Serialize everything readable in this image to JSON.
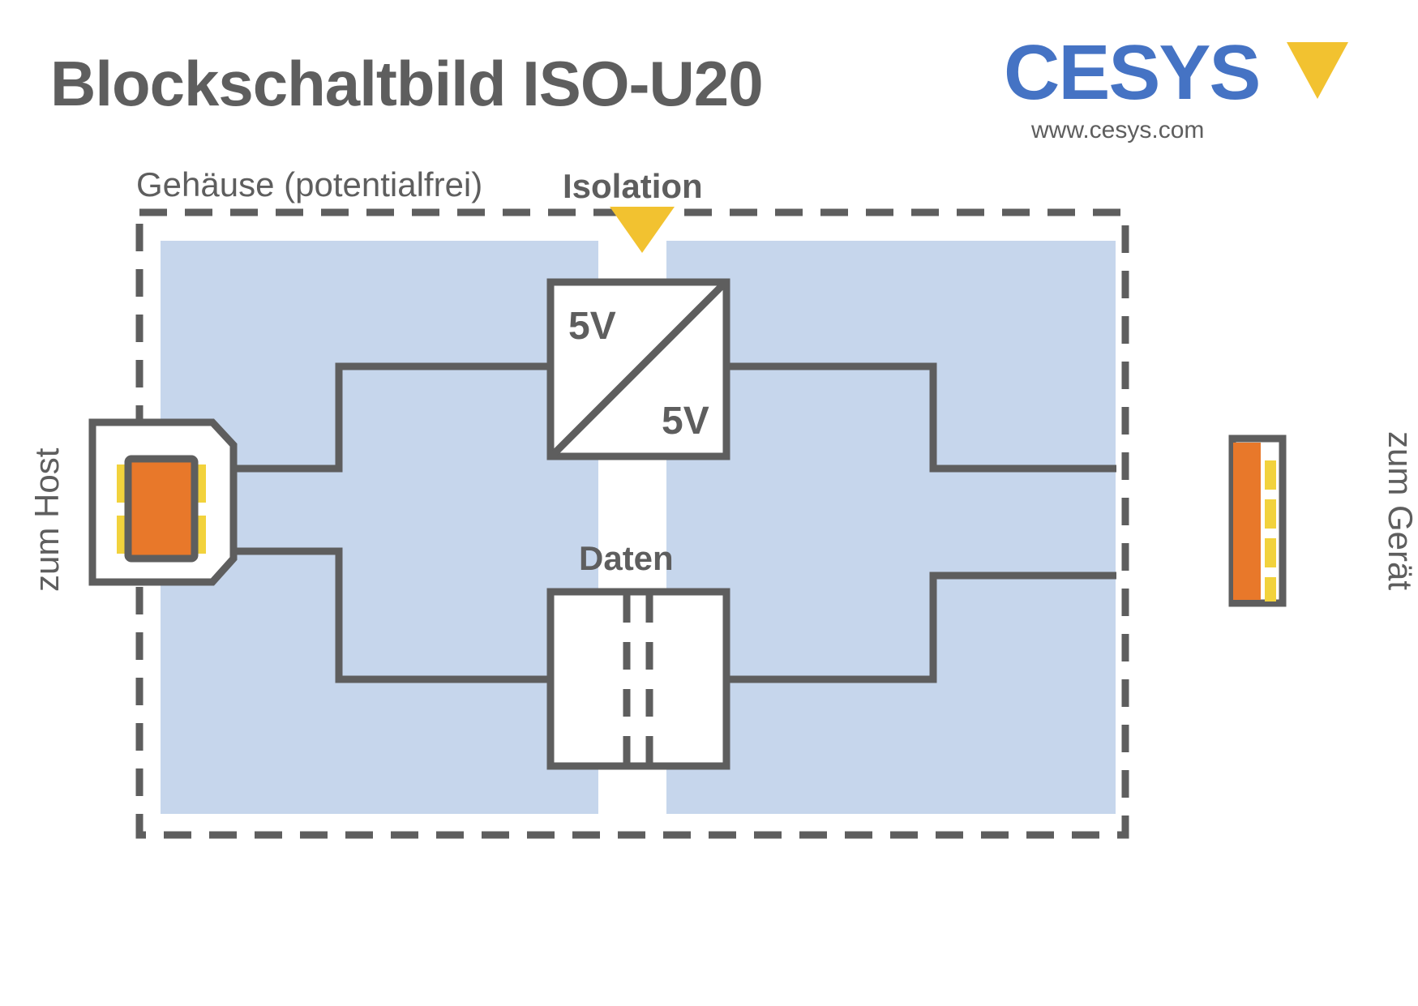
{
  "header": {
    "title": "Blockschaltbild ISO-U20",
    "logo": {
      "part1": "CES",
      "part2": "S",
      "y_letter": "Y",
      "full": "CESYS",
      "url": "www.cesys.com",
      "blue": "#4573c4",
      "yellow": "#f2c230"
    }
  },
  "diagram": {
    "enclosure_label": "Gehäuse (potentialfrei)",
    "isolation_label": "Isolation",
    "data_block_label": "Daten",
    "power_block": {
      "input_label": "5V",
      "output_label": "5V"
    },
    "left_connector_label": "zum Host",
    "right_connector_label": "zum Gerät",
    "colors": {
      "line": "#5e5e5e",
      "board_fill": "#c6d6ec",
      "connector_body": "#e8782a",
      "connector_pin": "#f2d23c",
      "block_fill": "#ffffff",
      "isolation_marker": "#f2c230",
      "background": "#ffffff"
    }
  }
}
